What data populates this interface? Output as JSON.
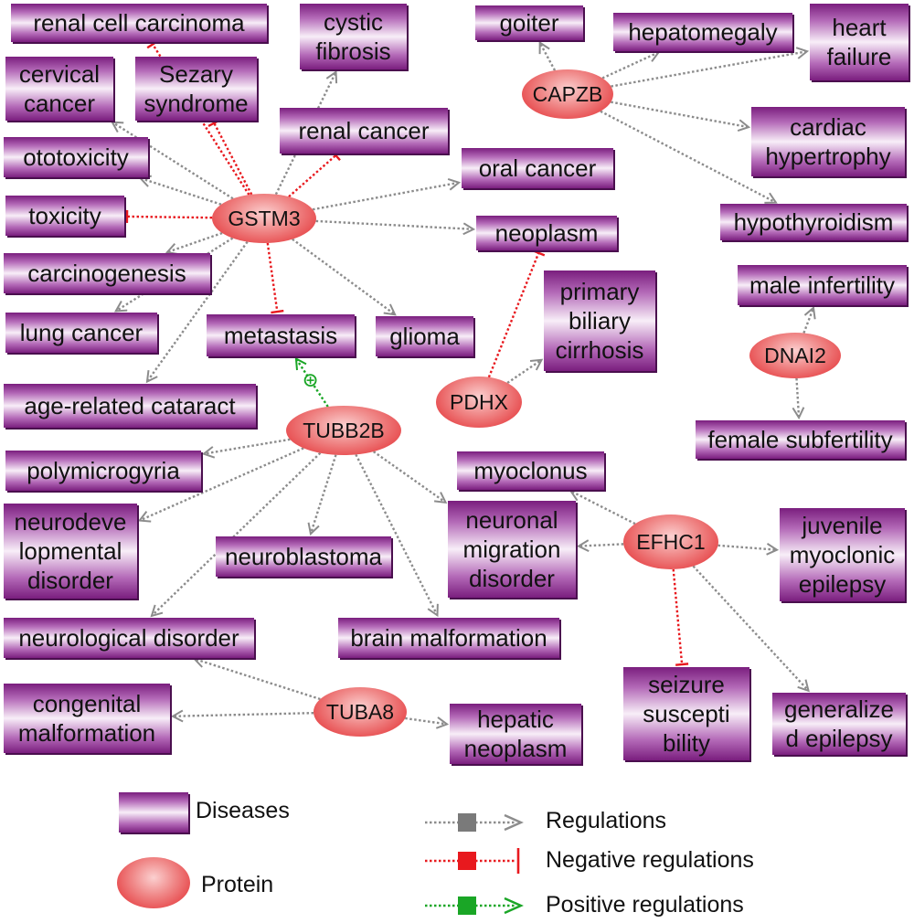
{
  "diseases": [
    {
      "id": "rcc",
      "label": "renal cell carcinoma"
    },
    {
      "id": "cf",
      "label": "cystic\nfibrosis"
    },
    {
      "id": "goiter",
      "label": "goiter"
    },
    {
      "id": "hepatomegaly",
      "label": "hepatomegaly"
    },
    {
      "id": "hf",
      "label": "heart\nfailure"
    },
    {
      "id": "cervical",
      "label": "cervical\ncancer"
    },
    {
      "id": "sezary",
      "label": "Sezary\nsyndrome"
    },
    {
      "id": "renal",
      "label": "renal cancer"
    },
    {
      "id": "cardhyp",
      "label": "cardiac\nhypertrophy"
    },
    {
      "id": "ototox",
      "label": "ototoxicity"
    },
    {
      "id": "oral",
      "label": "oral cancer"
    },
    {
      "id": "toxicity",
      "label": "toxicity"
    },
    {
      "id": "hypothyroidism",
      "label": "hypothyroidism"
    },
    {
      "id": "neoplasm",
      "label": "neoplasm"
    },
    {
      "id": "carcinogenesis",
      "label": "carcinogenesis"
    },
    {
      "id": "pbc",
      "label": "primary\nbiliary\ncirrhosis"
    },
    {
      "id": "maleinf",
      "label": "male infertility"
    },
    {
      "id": "lung",
      "label": "lung cancer"
    },
    {
      "id": "metastasis",
      "label": "metastasis"
    },
    {
      "id": "glioma",
      "label": "glioma"
    },
    {
      "id": "cataract",
      "label": "age-related cataract"
    },
    {
      "id": "femsub",
      "label": "female subfertility"
    },
    {
      "id": "polymicro",
      "label": "polymicrogyria"
    },
    {
      "id": "myoclonus",
      "label": "myoclonus"
    },
    {
      "id": "neurodev",
      "label": "neurodeve\nlopmental\ndisorder"
    },
    {
      "id": "neuroblastoma",
      "label": "neuroblastoma"
    },
    {
      "id": "nmd",
      "label": "neuronal\nmigration\ndisorder"
    },
    {
      "id": "jme",
      "label": "juvenile\nmyoclonic\nepilepsy"
    },
    {
      "id": "neurodis",
      "label": "neurological disorder"
    },
    {
      "id": "brainmal",
      "label": "brain malformation"
    },
    {
      "id": "congmal",
      "label": "congenital\nmalformation"
    },
    {
      "id": "hepneo",
      "label": "hepatic\nneoplasm"
    },
    {
      "id": "seizure",
      "label": "seizure\nsuscepti\nbility"
    },
    {
      "id": "genepi",
      "label": "generalize\nd epilepsy"
    }
  ],
  "proteins": [
    {
      "id": "GSTM3",
      "label": "GSTM3"
    },
    {
      "id": "CAPZB",
      "label": "CAPZB"
    },
    {
      "id": "PDHX",
      "label": "PDHX"
    },
    {
      "id": "DNAI2",
      "label": "DNAI2"
    },
    {
      "id": "TUBB2B",
      "label": "TUBB2B"
    },
    {
      "id": "EFHC1",
      "label": "EFHC1"
    },
    {
      "id": "TUBA8",
      "label": "TUBA8"
    }
  ],
  "edges": [
    {
      "from": "GSTM3",
      "to": "rcc",
      "type": "negative"
    },
    {
      "from": "GSTM3",
      "to": "sezary",
      "type": "negative"
    },
    {
      "from": "GSTM3",
      "to": "renal",
      "type": "negative"
    },
    {
      "from": "GSTM3",
      "to": "toxicity",
      "type": "negative"
    },
    {
      "from": "GSTM3",
      "to": "metastasis",
      "type": "negative"
    },
    {
      "from": "GSTM3",
      "to": "cf",
      "type": "regulation"
    },
    {
      "from": "GSTM3",
      "to": "cervical",
      "type": "regulation"
    },
    {
      "from": "GSTM3",
      "to": "ototox",
      "type": "regulation"
    },
    {
      "from": "GSTM3",
      "to": "oral",
      "type": "regulation"
    },
    {
      "from": "GSTM3",
      "to": "neoplasm",
      "type": "regulation"
    },
    {
      "from": "GSTM3",
      "to": "carcinogenesis",
      "type": "regulation"
    },
    {
      "from": "GSTM3",
      "to": "lung",
      "type": "regulation"
    },
    {
      "from": "GSTM3",
      "to": "glioma",
      "type": "regulation"
    },
    {
      "from": "GSTM3",
      "to": "cataract",
      "type": "regulation"
    },
    {
      "from": "CAPZB",
      "to": "goiter",
      "type": "regulation"
    },
    {
      "from": "CAPZB",
      "to": "hepatomegaly",
      "type": "regulation"
    },
    {
      "from": "CAPZB",
      "to": "hf",
      "type": "regulation"
    },
    {
      "from": "CAPZB",
      "to": "cardhyp",
      "type": "regulation"
    },
    {
      "from": "CAPZB",
      "to": "hypothyroidism",
      "type": "regulation"
    },
    {
      "from": "PDHX",
      "to": "neoplasm",
      "type": "negative"
    },
    {
      "from": "PDHX",
      "to": "pbc",
      "type": "regulation"
    },
    {
      "from": "DNAI2",
      "to": "maleinf",
      "type": "regulation"
    },
    {
      "from": "DNAI2",
      "to": "femsub",
      "type": "regulation"
    },
    {
      "from": "TUBB2B",
      "to": "metastasis",
      "type": "positive"
    },
    {
      "from": "TUBB2B",
      "to": "polymicro",
      "type": "regulation"
    },
    {
      "from": "TUBB2B",
      "to": "neurodev",
      "type": "regulation"
    },
    {
      "from": "TUBB2B",
      "to": "neuroblastoma",
      "type": "regulation"
    },
    {
      "from": "TUBB2B",
      "to": "nmd",
      "type": "regulation"
    },
    {
      "from": "TUBB2B",
      "to": "brainmal",
      "type": "regulation"
    },
    {
      "from": "TUBB2B",
      "to": "neurodis",
      "type": "regulation"
    },
    {
      "from": "EFHC1",
      "to": "myoclonus",
      "type": "regulation"
    },
    {
      "from": "EFHC1",
      "to": "nmd",
      "type": "regulation"
    },
    {
      "from": "EFHC1",
      "to": "jme",
      "type": "regulation"
    },
    {
      "from": "EFHC1",
      "to": "seizure",
      "type": "negative"
    },
    {
      "from": "EFHC1",
      "to": "genepi",
      "type": "regulation"
    },
    {
      "from": "TUBA8",
      "to": "neurodis",
      "type": "regulation"
    },
    {
      "from": "TUBA8",
      "to": "congmal",
      "type": "regulation"
    },
    {
      "from": "TUBA8",
      "to": "hepneo",
      "type": "regulation"
    }
  ],
  "legend": {
    "diseases": "Diseases",
    "protein": "Protein",
    "regulations": "Regulations",
    "negative": "Negative regulations",
    "positive": "Positive regulations"
  },
  "colors": {
    "regulation": "#8c8c8c",
    "negative": "#e8191e",
    "positive": "#1aa626",
    "disease_dark": "#7a1e7e",
    "protein": "#e2262a"
  }
}
